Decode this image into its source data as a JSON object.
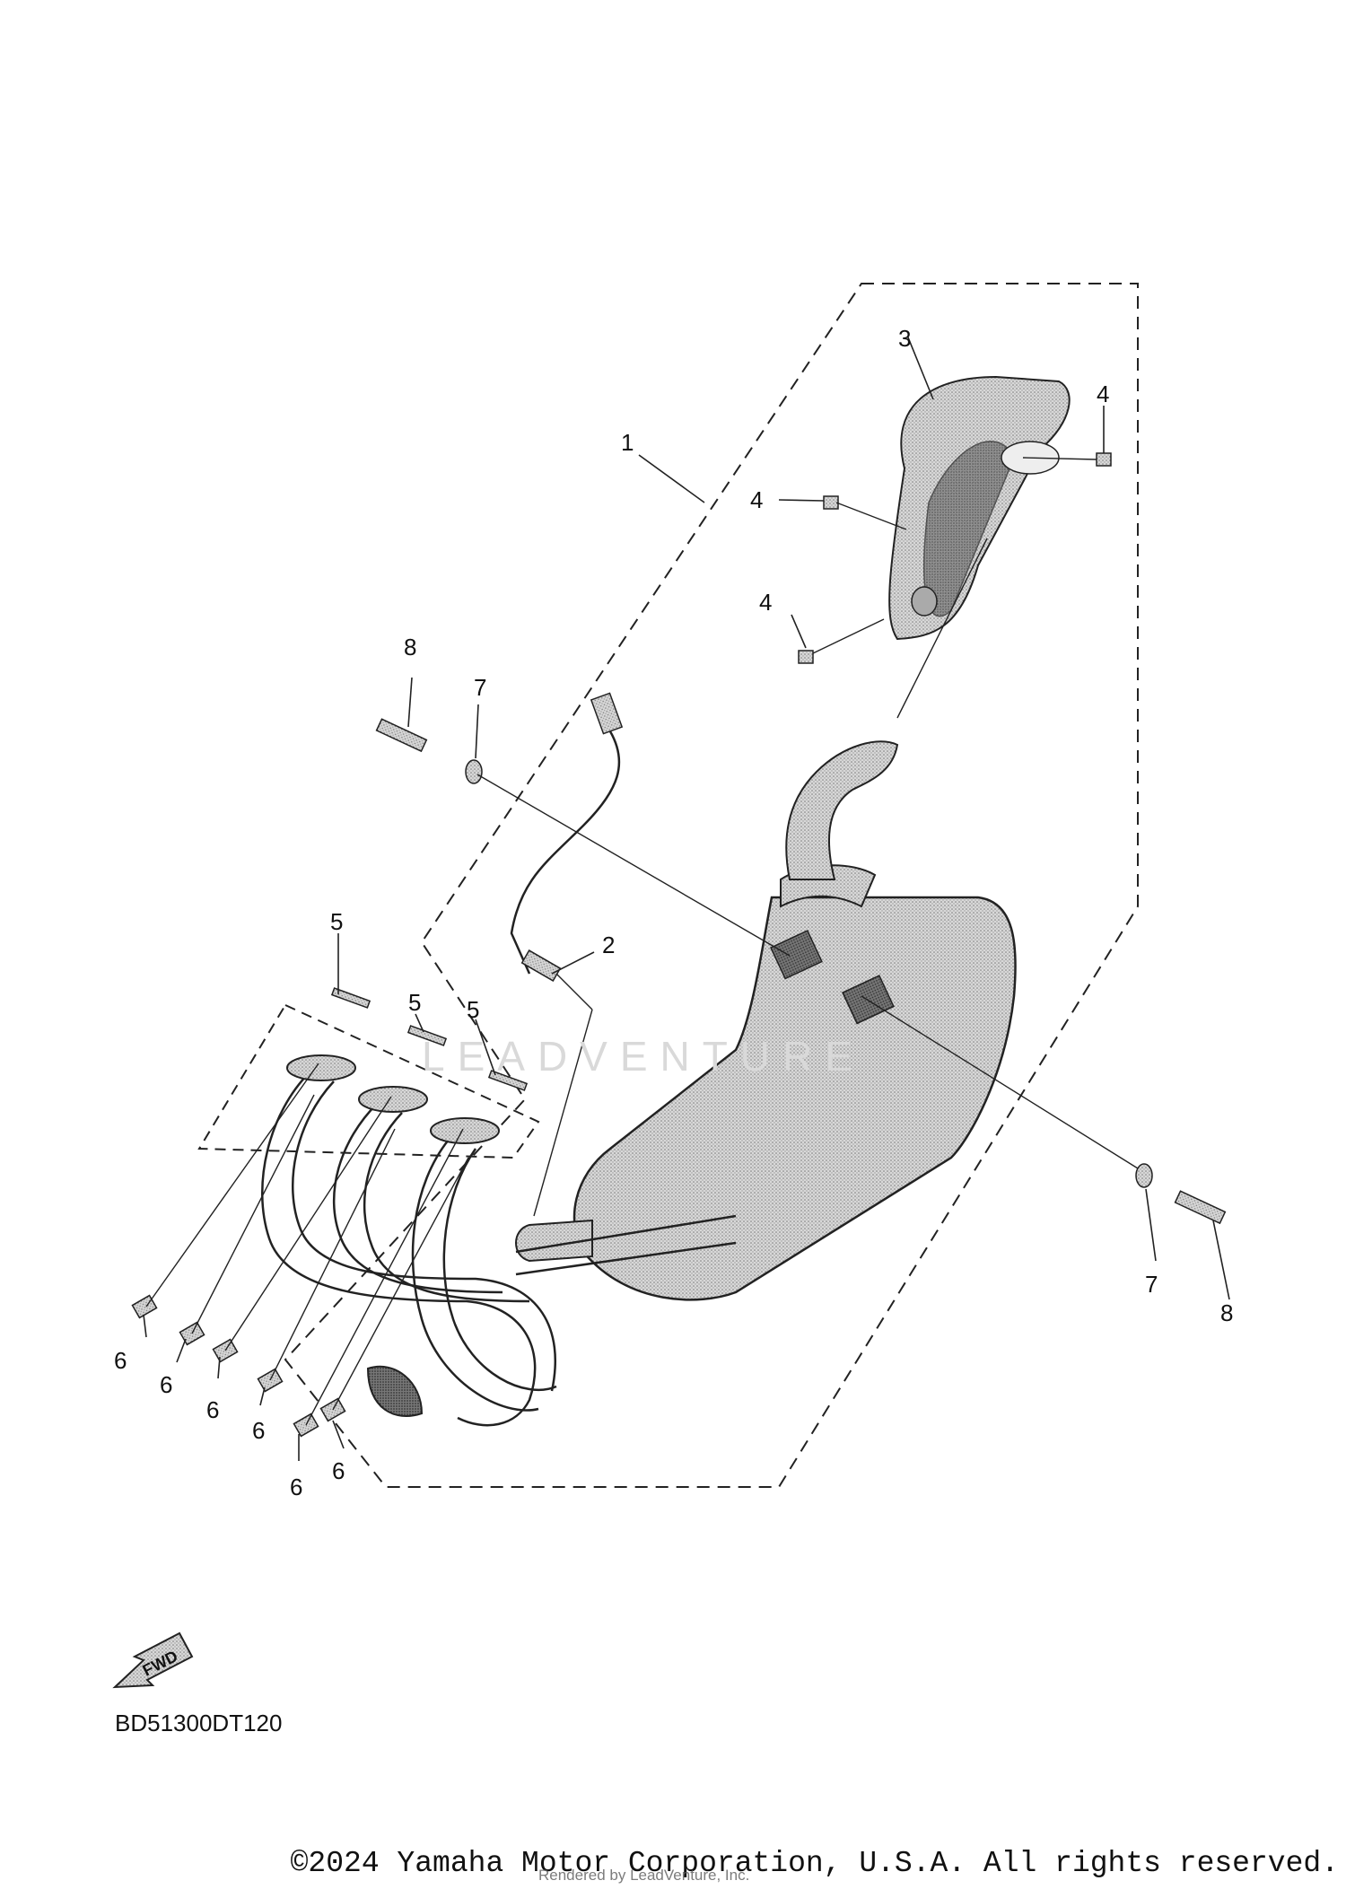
{
  "diagram": {
    "code": "BD51300DT120",
    "fwd_label": "FWD",
    "watermark": "LEADVENTURE"
  },
  "callouts": [
    "1",
    "2",
    "3",
    "4",
    "4",
    "4",
    "5",
    "5",
    "5",
    "6",
    "6",
    "6",
    "6",
    "6",
    "6",
    "7",
    "7",
    "8",
    "8"
  ],
  "footer": {
    "copyright": "©2024 Yamaha Motor Corporation, U.S.A. All rights reserved.",
    "rendered_by": "Rendered by LeadVenture, Inc."
  }
}
